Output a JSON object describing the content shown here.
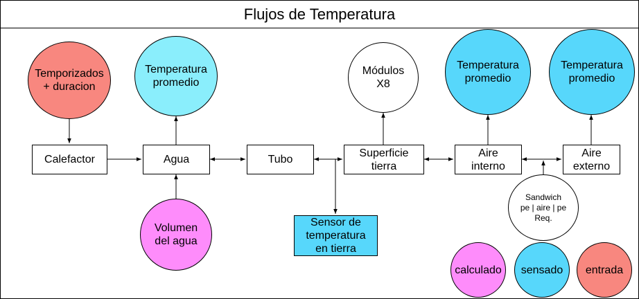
{
  "diagram": {
    "title": "Flujos de Temperatura",
    "colors": {
      "entrada": "#f8877f",
      "sensado_light": "#8aeefc",
      "sensado": "#57d7fb",
      "calculado": "#fe8cfb",
      "neutral": "#ffffff"
    },
    "nodes": {
      "temporizados": "Temporizados\n+ duracion",
      "temp_agua": "Temperatura\npromedio",
      "modulos": "Módulos\nX8",
      "temp_aire_interno": "Temperatura\npromedio",
      "temp_aire_externo": "Temperatura\npromedio",
      "calefactor": "Calefactor",
      "agua": "Agua",
      "tubo": "Tubo",
      "superficie": "Superficie\ntierra",
      "aire_interno": "Aire\ninterno",
      "aire_externo": "Aire\nexterno",
      "volumen": "Volumen\ndel agua",
      "sensor": "Sensor de\ntemperatura\nen tierra",
      "sandwich": "Sandwich\npe | aire | pe\nReq."
    },
    "legend": {
      "calculado": "calculado",
      "sensado": "sensado",
      "entrada": "entrada"
    }
  }
}
